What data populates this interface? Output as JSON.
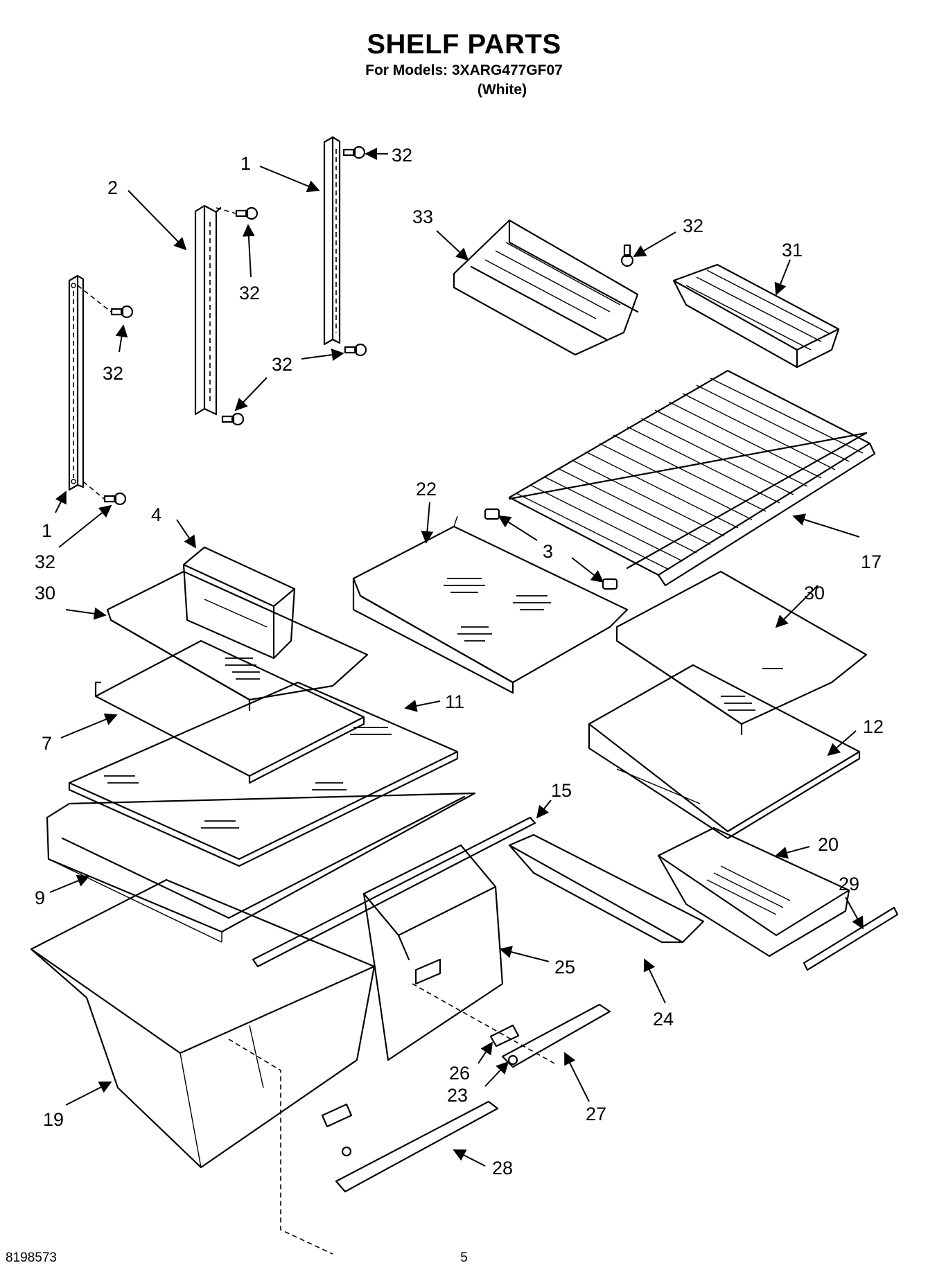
{
  "header": {
    "title": "SHELF PARTS",
    "models": "For Models: 3XARG477GF07",
    "color": "(White)"
  },
  "footer": {
    "doc_number": "8198573",
    "page_number": "5"
  },
  "callouts": [
    "1",
    "2",
    "32",
    "32",
    "33",
    "32",
    "31",
    "32",
    "32",
    "1",
    "32",
    "4",
    "22",
    "3",
    "17",
    "30",
    "30",
    "11",
    "7",
    "12",
    "15",
    "20",
    "9",
    "29",
    "25",
    "24",
    "19",
    "26",
    "23",
    "27",
    "28"
  ]
}
